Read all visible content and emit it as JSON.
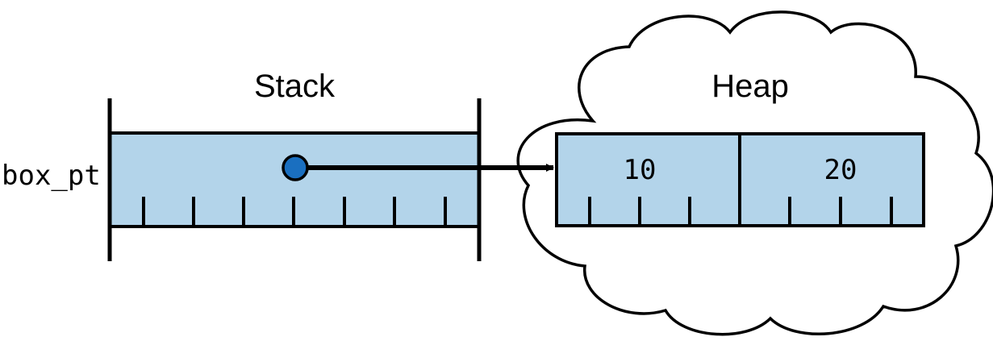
{
  "stack": {
    "title": "Stack",
    "variable": "box_pt"
  },
  "heap": {
    "title": "Heap",
    "values": [
      "10",
      "20"
    ]
  },
  "colors": {
    "cell_fill": "#b3d4ea",
    "pointer_dot": "#1a6fc0",
    "stroke": "#000000",
    "background": "#ffffff"
  }
}
